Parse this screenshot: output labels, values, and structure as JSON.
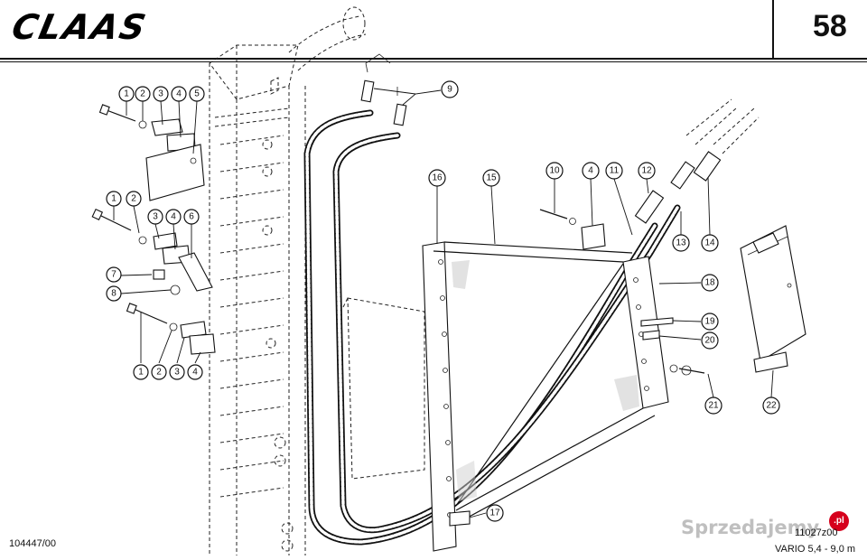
{
  "header": {
    "brand_logo": "CLAAS",
    "page_number": "58"
  },
  "footer": {
    "drawing_id": "104447/00",
    "ref_code": "11027z00",
    "model_label": "VARIO 5,4 - 9,0 m"
  },
  "watermark": {
    "text": "Sprzedajemy",
    "badge": ".pl"
  },
  "callouts": [
    "1",
    "2",
    "3",
    "4",
    "5",
    "1",
    "2",
    "3",
    "4",
    "6",
    "7",
    "8",
    "1",
    "2",
    "3",
    "4",
    "9",
    "16",
    "15",
    "10",
    "4",
    "11",
    "12",
    "13",
    "14",
    "18",
    "19",
    "20",
    "21",
    "22",
    "17"
  ]
}
